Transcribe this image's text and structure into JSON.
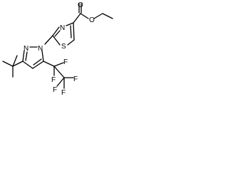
{
  "structure": {
    "atoms": {
      "thiazole_n": "N",
      "thiazole_s": "S",
      "ester_o_carbonyl": "O",
      "ester_o_ether": "O",
      "pyrazole_n1": "N",
      "pyrazole_n2": "N",
      "fluorine_1": "F",
      "fluorine_2": "F",
      "fluorine_3": "F",
      "fluorine_4": "F",
      "fluorine_5": "F"
    }
  }
}
